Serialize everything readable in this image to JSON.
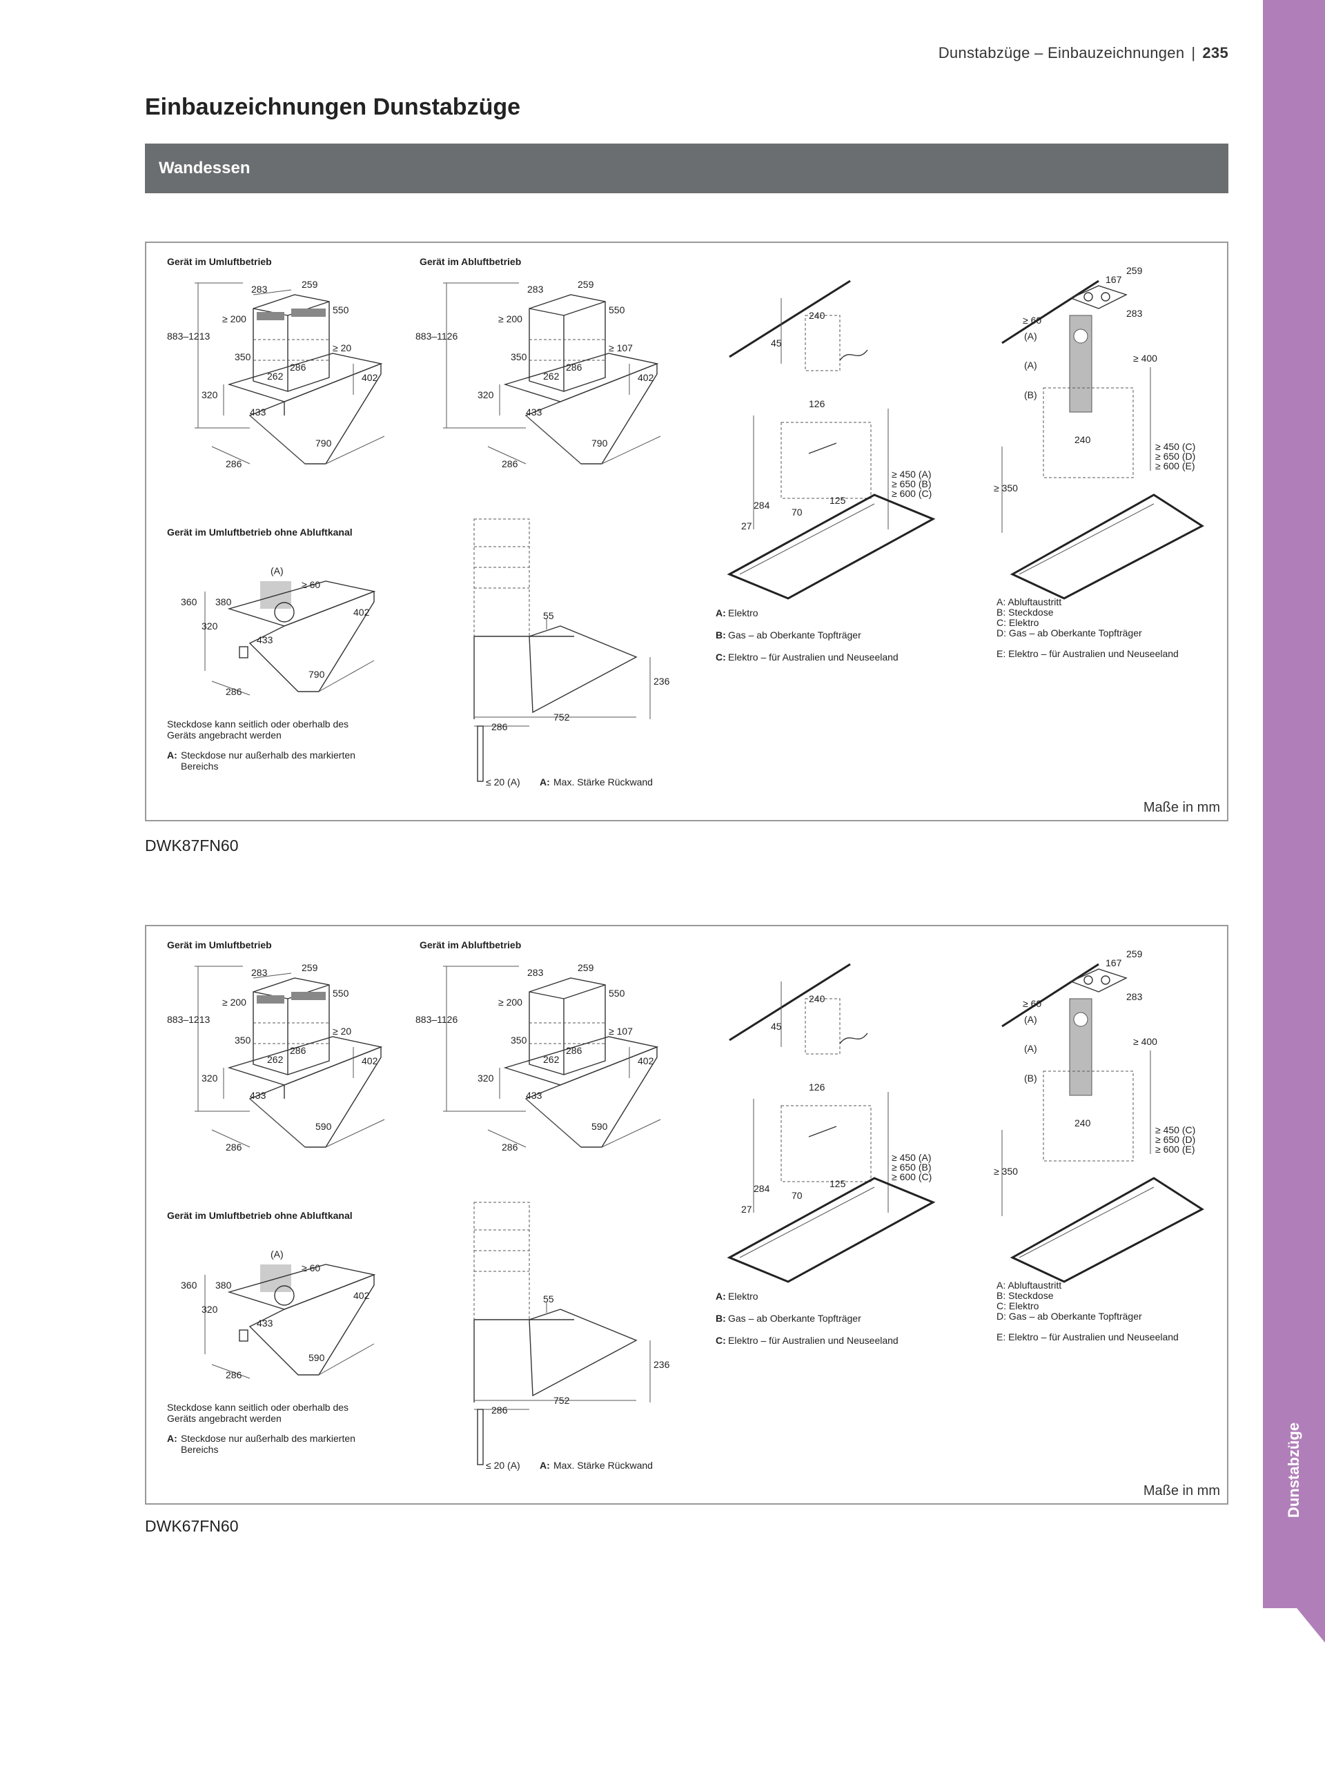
{
  "header": {
    "section": "Dunstabzüge – Einbauzeichnungen",
    "page": "235"
  },
  "title": "Einbauzeichnungen Dunstabzüge",
  "section_bar": "Wandessen",
  "side_tab": {
    "label": "Dunstabzüge",
    "color": "#b07fb9"
  },
  "panels": [
    {
      "model": "DWK87FN60",
      "unit": "Maße in mm",
      "umluft": {
        "heading": "Gerät im Umluftbetrieb",
        "h_range": "883–1213",
        "d283": "283",
        "d259": "259",
        "d550": "550",
        "d200": "≥ 200",
        "d20": "≥ 20",
        "d350": "350",
        "d262": "262",
        "d286a": "286",
        "d402": "402",
        "d320": "320",
        "d433": "433",
        "d790": "790",
        "d286b": "286"
      },
      "abluft": {
        "heading": "Gerät im Abluftbetrieb",
        "h_range": "883–1126",
        "d283": "283",
        "d259": "259",
        "d550": "550",
        "d200": "≥ 200",
        "d107": "≥ 107",
        "d350": "350",
        "d262": "262",
        "d286a": "286",
        "d402": "402",
        "d320": "320",
        "d433": "433",
        "d790": "790",
        "d286b": "286"
      },
      "ohne": {
        "heading": "Gerät im Umluftbetrieb ohne Abluftkanal",
        "a": "(A)",
        "d60": "≥ 60",
        "d360": "360",
        "d380": "380",
        "d402": "402",
        "d320": "320",
        "d433": "433",
        "d790": "790",
        "d286": "286",
        "note1": "Steckdose kann seitlich oder oberhalb des",
        "note2": "Geräts angebracht werden",
        "note_a_key": "A:",
        "note_a1": "Steckdose nur außerhalb des markierten",
        "note_a2": "Bereichs"
      },
      "side": {
        "d55": "55",
        "d236": "236",
        "d286": "286",
        "d752": "752",
        "d20": "≤ 20 (A)",
        "legend_key": "A:",
        "legend": "Max. Stärke Rückwand"
      },
      "elec": {
        "d45": "45",
        "d240": "240",
        "d126": "126",
        "d284": "284",
        "d27": "27",
        "d70": "70",
        "d125": "125",
        "r1": "≥ 450 (A)",
        "r2": "≥ 650 (B)",
        "r3": "≥ 600 (C)",
        "lA_key": "A:",
        "lA": "Elektro",
        "lB_key": "B:",
        "lB": "Gas – ab Oberkante Topfträger",
        "lC_key": "C:",
        "lC": "Elektro – für Australien und Neuseeland"
      },
      "duct": {
        "d259": "259",
        "d167": "167",
        "d283": "283",
        "d60": "≥ 60",
        "a1": "(A)",
        "a2": "(A)",
        "b": "(B)",
        "d400": "≥ 400",
        "d240": "240",
        "d350": "≥ 350",
        "r1": "≥ 450 (C)",
        "r2": "≥ 650 (D)",
        "r3": "≥ 600 (E)",
        "lA": "A: Abluftaustritt",
        "lB": "B: Steckdose",
        "lC": "C: Elektro",
        "lD": "D: Gas – ab Oberkante Topfträger",
        "lE": "E: Elektro – für Australien und Neuseeland"
      }
    },
    {
      "model": "DWK67FN60",
      "unit": "Maße in mm",
      "umluft": {
        "heading": "Gerät im Umluftbetrieb",
        "h_range": "883–1213",
        "d283": "283",
        "d259": "259",
        "d550": "550",
        "d200": "≥ 200",
        "d20": "≥ 20",
        "d350": "350",
        "d262": "262",
        "d286a": "286",
        "d402": "402",
        "d320": "320",
        "d433": "433",
        "d790": "590",
        "d286b": "286"
      },
      "abluft": {
        "heading": "Gerät im Abluftbetrieb",
        "h_range": "883–1126",
        "d283": "283",
        "d259": "259",
        "d550": "550",
        "d200": "≥ 200",
        "d107": "≥ 107",
        "d350": "350",
        "d262": "262",
        "d286a": "286",
        "d402": "402",
        "d320": "320",
        "d433": "433",
        "d790": "590",
        "d286b": "286"
      },
      "ohne": {
        "heading": "Gerät im Umluftbetrieb ohne Abluftkanal",
        "a": "(A)",
        "d60": "≥ 60",
        "d360": "360",
        "d380": "380",
        "d402": "402",
        "d320": "320",
        "d433": "433",
        "d790": "590",
        "d286": "286",
        "note1": "Steckdose kann seitlich oder oberhalb des",
        "note2": "Geräts angebracht werden",
        "note_a_key": "A:",
        "note_a1": "Steckdose nur außerhalb des markierten",
        "note_a2": "Bereichs"
      },
      "side": {
        "d55": "55",
        "d236": "236",
        "d286": "286",
        "d752": "752",
        "d20": "≤ 20 (A)",
        "legend_key": "A:",
        "legend": "Max. Stärke Rückwand"
      },
      "elec": {
        "d45": "45",
        "d240": "240",
        "d126": "126",
        "d284": "284",
        "d27": "27",
        "d70": "70",
        "d125": "125",
        "r1": "≥ 450 (A)",
        "r2": "≥ 650 (B)",
        "r3": "≥ 600 (C)",
        "lA_key": "A:",
        "lA": "Elektro",
        "lB_key": "B:",
        "lB": "Gas – ab Oberkante Topfträger",
        "lC_key": "C:",
        "lC": "Elektro – für Australien und Neuseeland"
      },
      "duct": {
        "d259": "259",
        "d167": "167",
        "d283": "283",
        "d60": "≥ 60",
        "a1": "(A)",
        "a2": "(A)",
        "b": "(B)",
        "d400": "≥ 400",
        "d240": "240",
        "d350": "≥ 350",
        "r1": "≥ 450 (C)",
        "r2": "≥ 650 (D)",
        "r3": "≥ 600 (E)",
        "lA": "A: Abluftaustritt",
        "lB": "B: Steckdose",
        "lC": "C: Elektro",
        "lD": "D: Gas – ab Oberkante Topfträger",
        "lE": "E: Elektro – für Australien und Neuseeland"
      }
    }
  ]
}
